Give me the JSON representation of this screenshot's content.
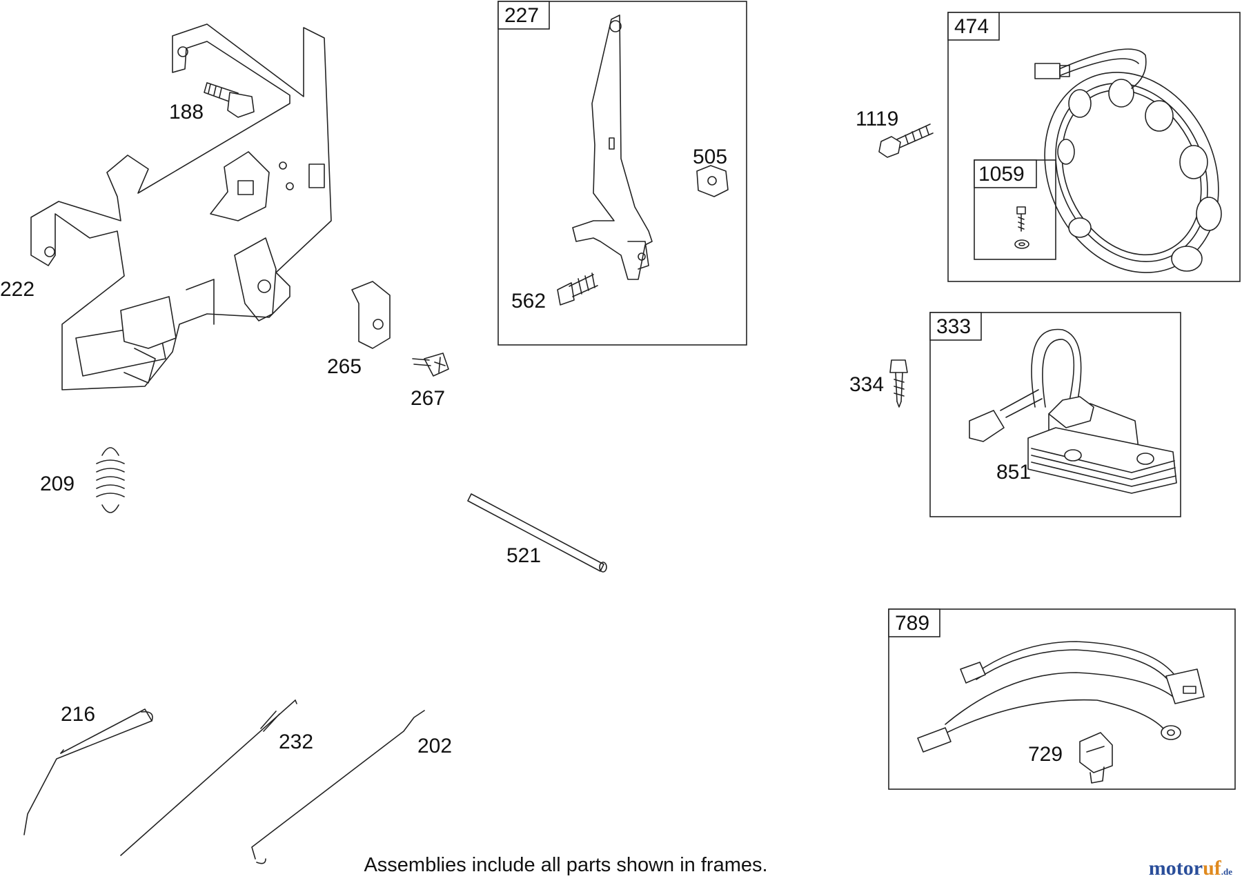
{
  "part_labels": {
    "p188": "188",
    "p222": "222",
    "p265": "265",
    "p267": "267",
    "p209": "209",
    "p521": "521",
    "p216": "216",
    "p232": "232",
    "p202": "202",
    "p505": "505",
    "p562": "562",
    "p1119": "1119",
    "p334": "334",
    "p851": "851",
    "p729": "729"
  },
  "frames": {
    "f227": "227",
    "f474": "474",
    "f1059": "1059",
    "f333": "333",
    "f789": "789"
  },
  "caption": "Assemblies include all parts shown in frames.",
  "brand": {
    "part1": "motor",
    "part2": "uf",
    "part3": ".de"
  },
  "colors": {
    "line": "#222222",
    "brand_blue": "#2a4e9a",
    "brand_orange": "#e08a1e"
  }
}
